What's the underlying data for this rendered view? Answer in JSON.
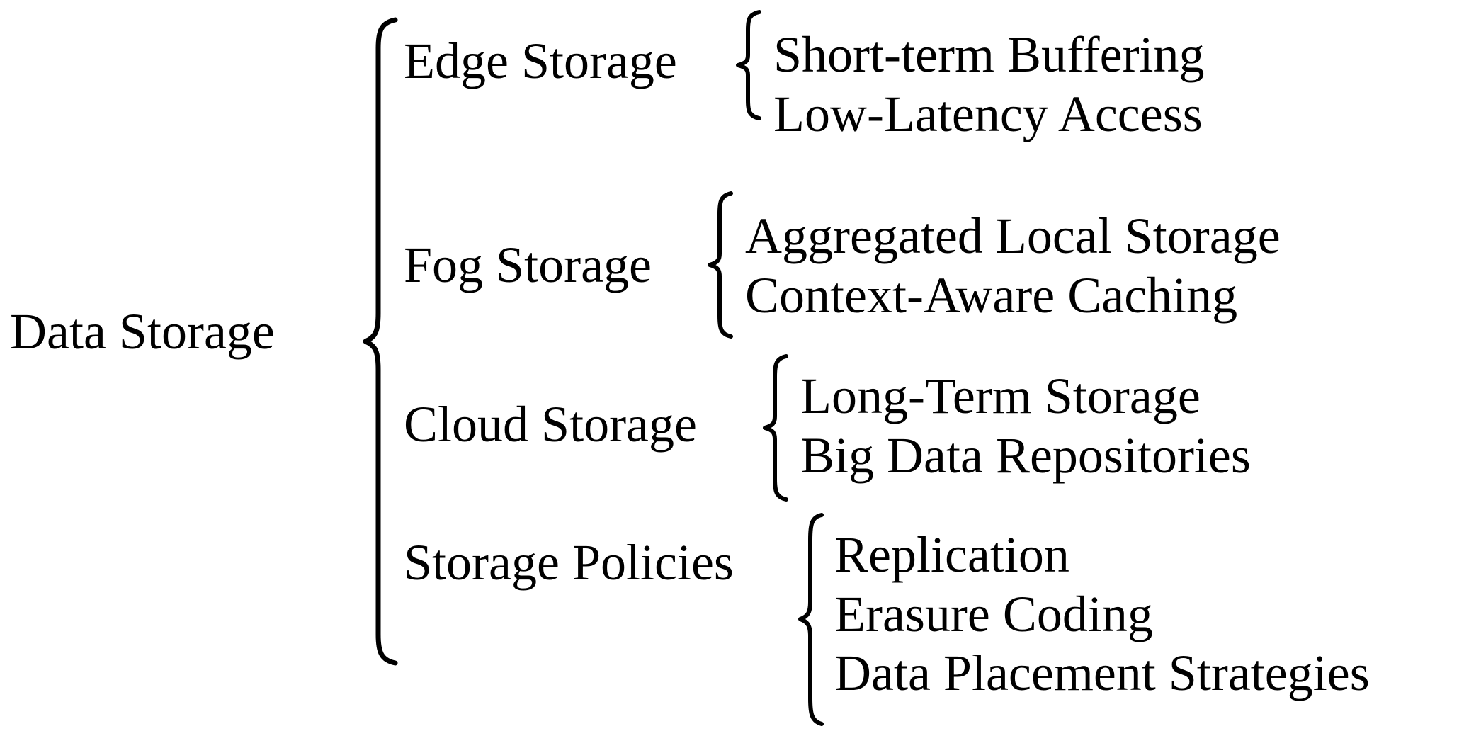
{
  "diagram": {
    "type": "taxonomy-brace-tree",
    "root": "Data Storage",
    "background_color": "#ffffff",
    "text_color": "#000000",
    "branches": [
      {
        "label": "Edge Storage",
        "leaves": [
          "Short-term Buffering",
          "Low-Latency Access"
        ]
      },
      {
        "label": "Fog Storage",
        "leaves": [
          "Aggregated Local Storage",
          "Context-Aware Caching"
        ]
      },
      {
        "label": "Cloud Storage",
        "leaves": [
          "Long-Term Storage",
          "Big Data Repositories"
        ]
      },
      {
        "label": "Storage Policies",
        "leaves": [
          "Replication",
          "Erasure Coding",
          "Data Placement Strategies"
        ]
      }
    ],
    "icons": {
      "root_brace": "curly-brace-icon",
      "branch_brace": "curly-brace-icon"
    }
  }
}
